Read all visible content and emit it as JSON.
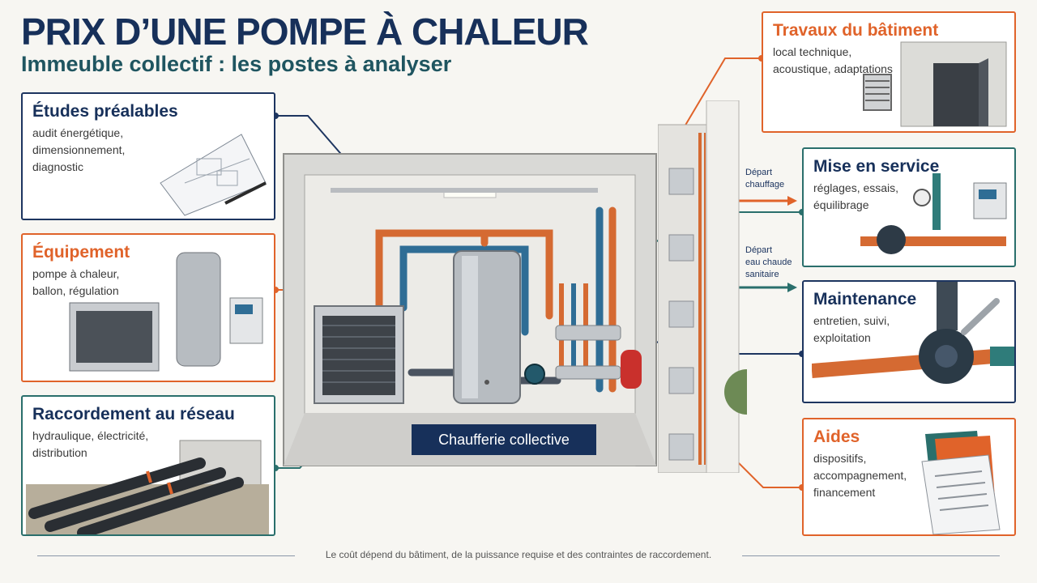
{
  "header": {
    "title": "PRIX D’UNE POMPE À CHALEUR",
    "subtitle": "Immeuble collectif : les postes à analyser"
  },
  "cards": {
    "etudes": {
      "title": "Études préalables",
      "lines": [
        "audit énergétique,",
        "dimensionnement,",
        "diagnostic"
      ]
    },
    "equipement": {
      "title": "Équipement",
      "lines": [
        "pompe à chaleur,",
        "ballon, régulation"
      ]
    },
    "raccordement": {
      "title": "Raccordement au réseau",
      "lines": [
        "hydraulique, électricité,",
        "distribution"
      ]
    },
    "travaux": {
      "title": "Travaux du bâtiment",
      "lines": [
        "local technique,",
        "acoustique, adaptations"
      ]
    },
    "mise_en_service": {
      "title": "Mise en service",
      "lines": [
        "réglages, essais,",
        "équilibrage"
      ]
    },
    "maintenance": {
      "title": "Maintenance",
      "lines": [
        "entretien, suivi,",
        "exploitation"
      ]
    },
    "aides": {
      "title": "Aides",
      "lines": [
        "dispositifs,",
        "accompagnement,",
        "financement"
      ]
    }
  },
  "diagram": {
    "center_label": "Chaufferie collective",
    "depart_chauffage": [
      "Départ",
      "chauffage"
    ],
    "depart_ecs": [
      "Départ",
      "eau chaude",
      "sanitaire"
    ]
  },
  "footer": {
    "note": "Le coût dépend du bâtiment, de la puissance requise et des contraintes de raccordement."
  },
  "colors": {
    "navy": "#17305a",
    "orange": "#e0632a",
    "teal": "#2a6f6c"
  }
}
